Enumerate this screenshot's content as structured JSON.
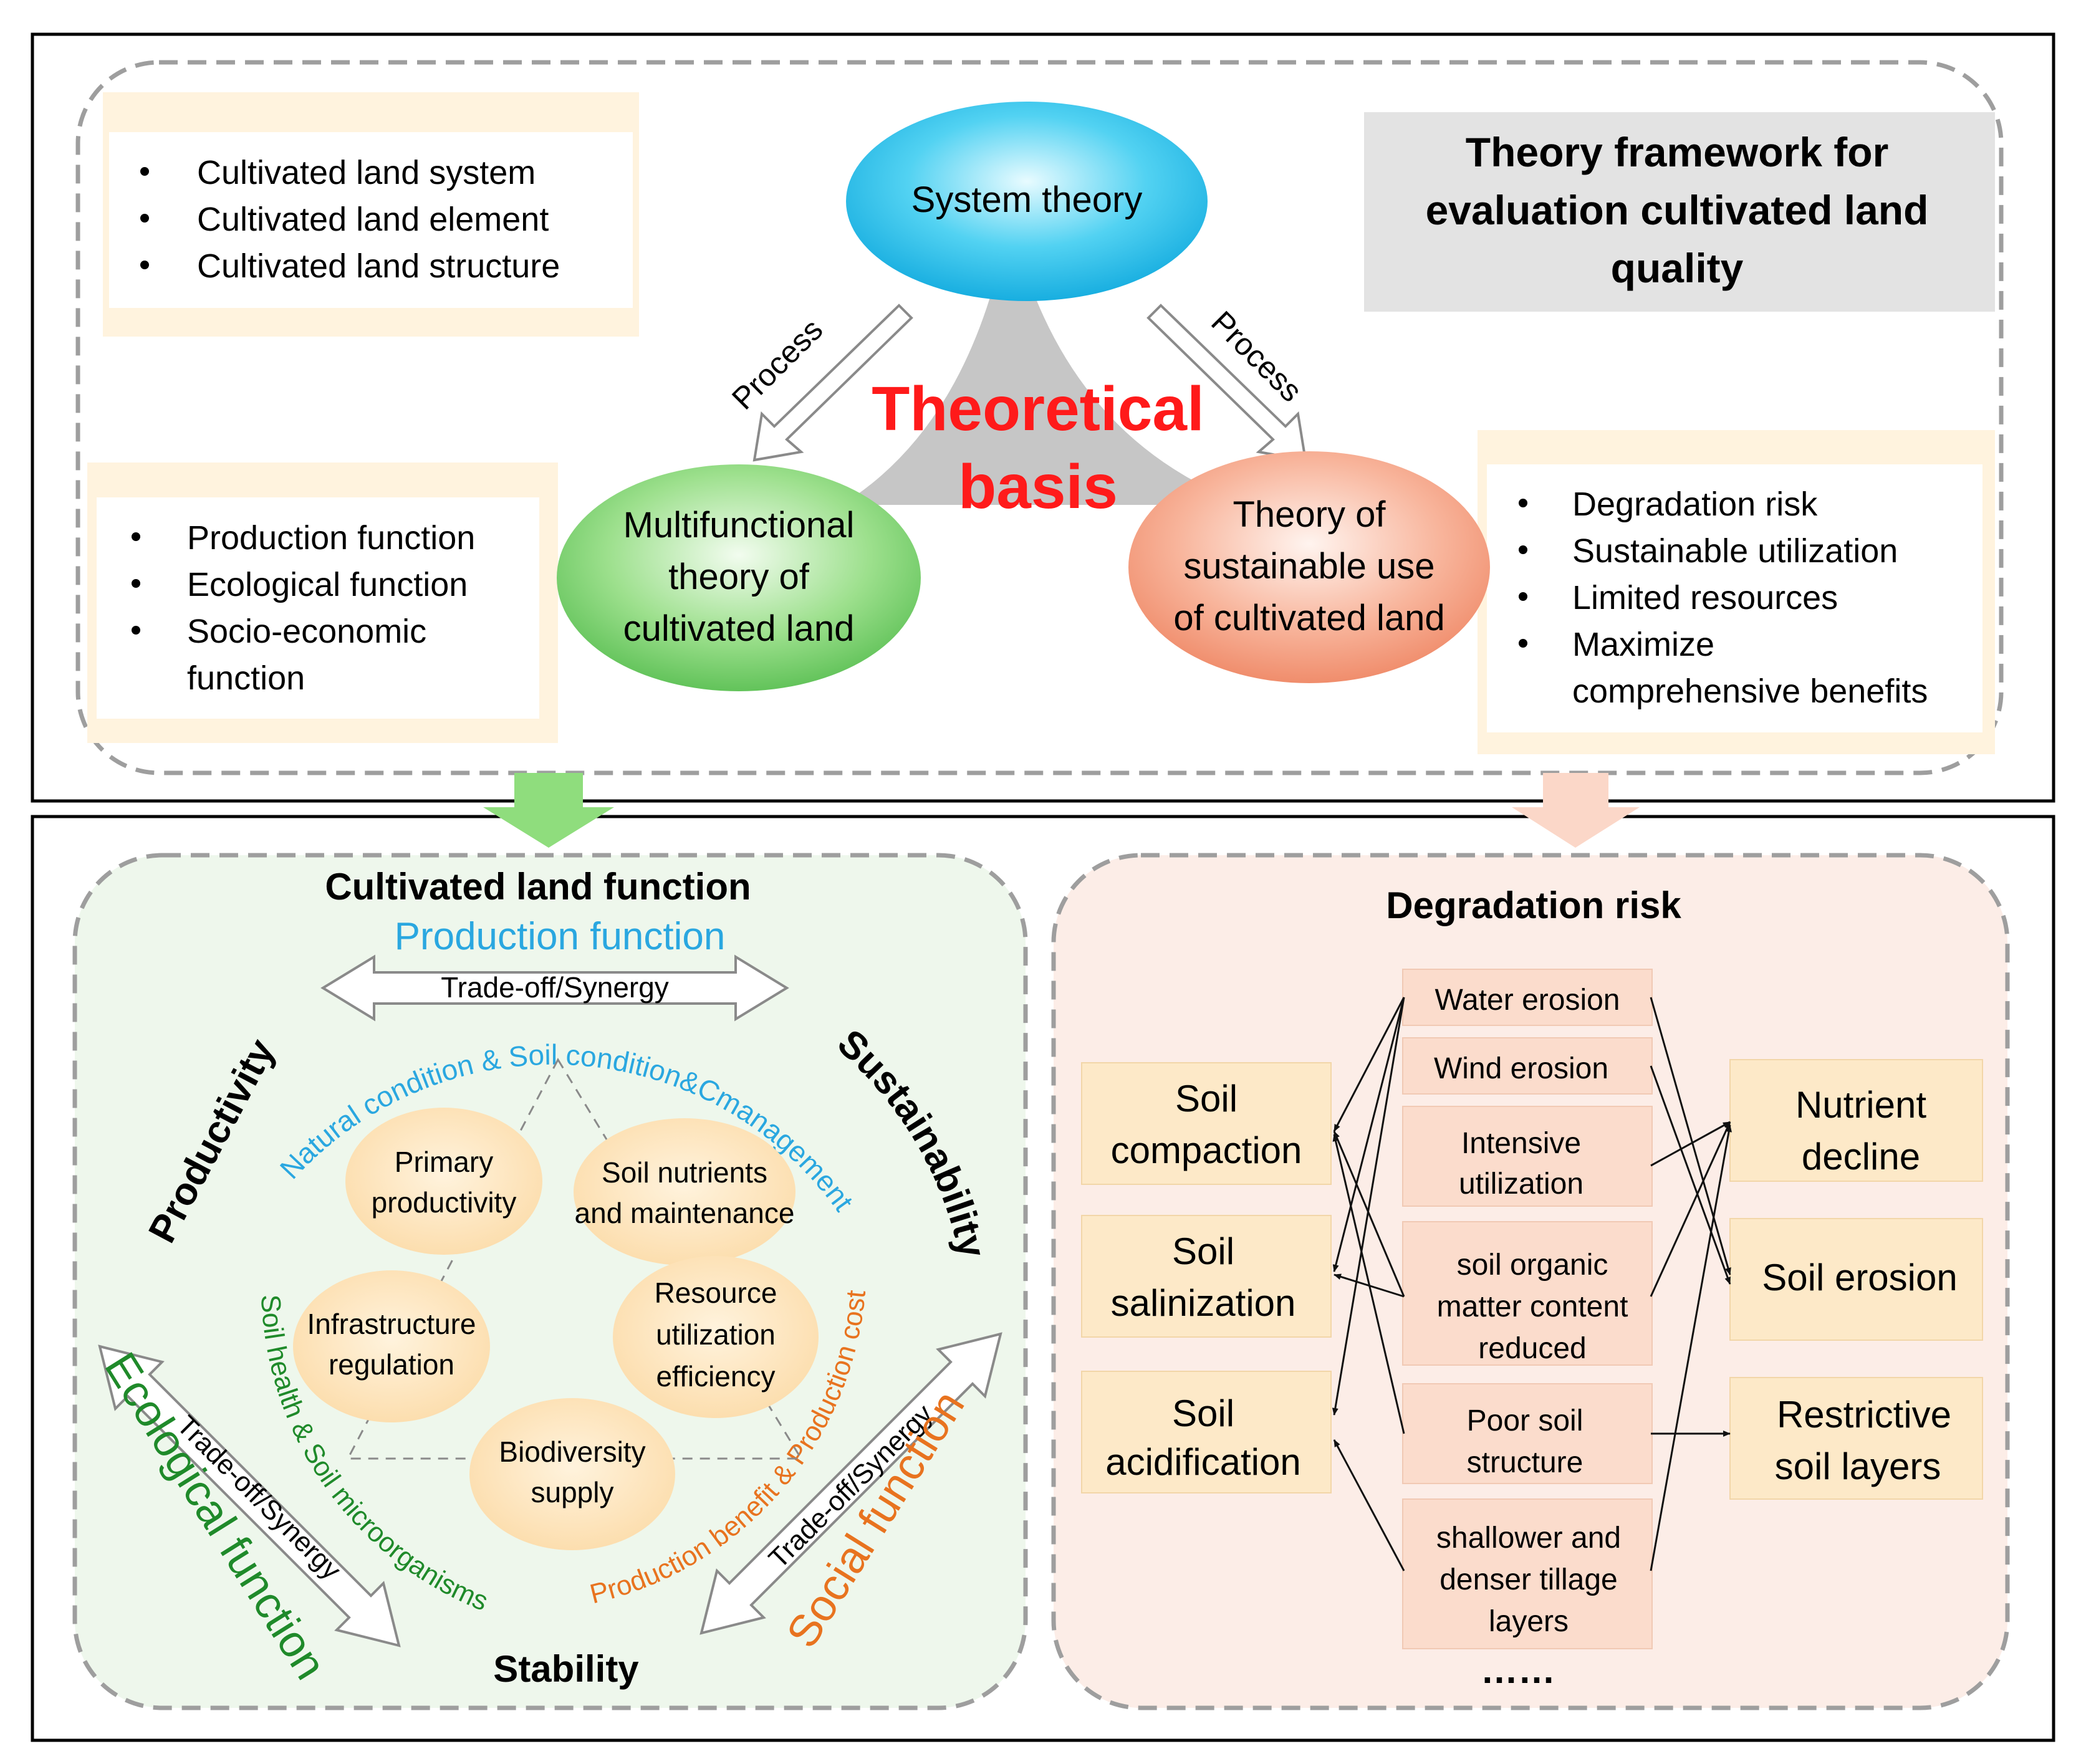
{
  "top": {
    "title": [
      "Theory framework for",
      "evaluation cultivated land",
      "quality"
    ],
    "center_label": [
      "Theoretical",
      "basis"
    ],
    "system_theory": "System theory",
    "multifunctional": [
      "Multifunctional",
      "theory of",
      "cultivated land"
    ],
    "sustainable": [
      "Theory of",
      "sustainable use",
      "of cultivated land"
    ],
    "process_left": "Process",
    "process_right": "Process",
    "system_bullets": [
      "Cultivated land system",
      "Cultivated land element",
      "Cultivated land structure"
    ],
    "function_bullets": [
      "Production function",
      "Ecological function",
      "Socio-economic",
      "function"
    ],
    "risk_bullets": [
      "Degradation risk",
      "Sustainable utilization",
      "Limited resources",
      "Maximize",
      "comprehensive benefits"
    ]
  },
  "left_panel": {
    "title": "Cultivated land function",
    "production_function": "Production function",
    "tradeoff_top": "Trade-off/Synergy",
    "tradeoff_left": "Trade-off/Synergy",
    "tradeoff_right": "Trade-off/Synergy",
    "productivity": "Productivity",
    "sustainability": "Sustainability",
    "stability": "Stability",
    "ecological_function": "Ecological function",
    "social_function": "Social function",
    "arc_top": "Natural condition & Soil condition&Cmanagement",
    "arc_left": "Soil health & Soil microorganisms",
    "arc_right": "Production benefit & Production cost",
    "nodes": {
      "primary": [
        "Primary",
        "productivity"
      ],
      "soil_nutrients": [
        "Soil nutrients",
        "and maintenance"
      ],
      "infrastructure": [
        "Infrastructure",
        "regulation"
      ],
      "resource": [
        "Resource",
        "utilization",
        "efficiency"
      ],
      "biodiversity": [
        "Biodiversity",
        "supply"
      ]
    }
  },
  "right_panel": {
    "title": "Degradation risk",
    "causes": [
      [
        "Water erosion"
      ],
      [
        "Wind erosion"
      ],
      [
        "Intensive",
        "utilization"
      ],
      [
        "soil organic",
        "matter content",
        "reduced"
      ],
      [
        "Poor soil",
        "structure"
      ],
      [
        "shallower and",
        "denser tillage",
        "layers"
      ]
    ],
    "ellipsis": "……",
    "left_effects": [
      [
        "Soil",
        "compaction"
      ],
      [
        "Soil",
        "salinization"
      ],
      [
        "Soil",
        "acidification"
      ]
    ],
    "right_effects": [
      [
        "Nutrient",
        "decline"
      ],
      [
        "Soil erosion"
      ],
      [
        "Restrictive",
        "soil layers"
      ]
    ]
  },
  "colors": {
    "red_title": "#ff1a1a",
    "production_blue": "#2aa7e0",
    "ecological_green": "#1f8a2a",
    "social_orange": "#e8731f",
    "cause_fill": "#fbdccc",
    "effect_fill": "#fde9c8",
    "left_panel_bg": "#eef7ec",
    "right_panel_bg": "#fcede7"
  }
}
